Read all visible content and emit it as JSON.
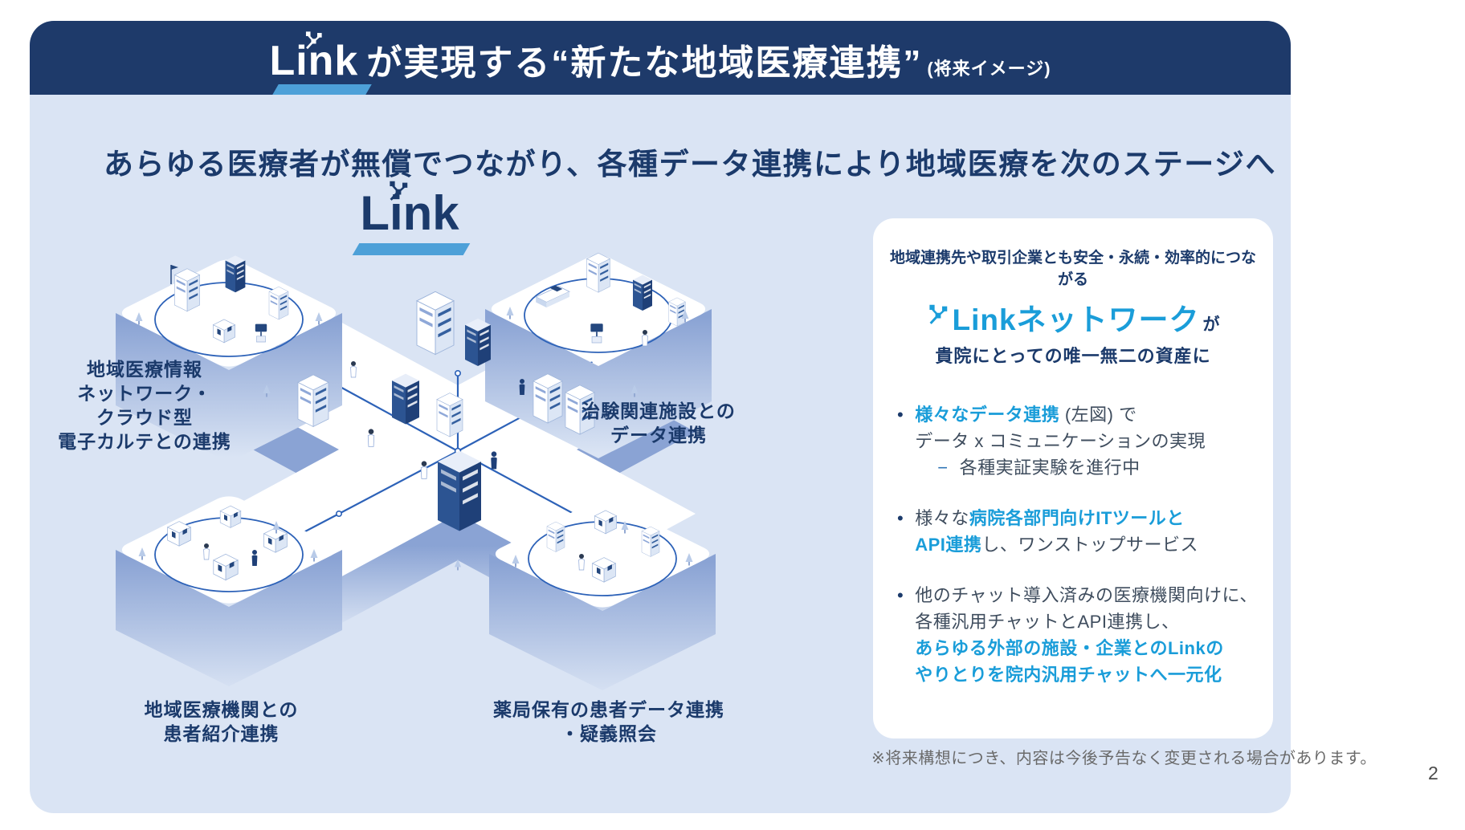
{
  "header": {
    "logo": "Link",
    "title": "が実現する“新たな地域医療連携”",
    "note": "(将来イメージ)"
  },
  "subtitle": "あらゆる医療者が無償でつながり、各種データ連携により地域医療を次のステージへ",
  "diagram": {
    "logo": "Link",
    "labels": {
      "left": "地域医療情報\nネットワーク・\nクラウド型\n電子カルテとの連携",
      "right": "治験関連施設との\nデータ連携",
      "bottom_left": "地域医療機関との\n患者紹介連携",
      "bottom_center": "薬局保有の患者データ連携\n・疑義照会"
    }
  },
  "card": {
    "intro": "地域連携先や取引企業とも安全・永続・効率的につながる",
    "network_name": "Linkネットワーク",
    "network_suffix": "が",
    "sub": "貴院にとっての唯一無二の資産に",
    "bullet_char": "•",
    "bullets": [
      {
        "l1_hl": "様々なデータ連携",
        "l1_rest": " (左図) で",
        "l2": "データ x コミュニケーションの実現",
        "sub_dash": "−",
        "sub_text": "各種実証実験を進行中"
      },
      {
        "l1_pre": "様々な",
        "l1_hl": "病院各部門向けITツールと",
        "l2_hl": "API連携",
        "l2_rest": "し、ワンストップサービス"
      },
      {
        "l1": "他のチャット導入済みの医療機関向けに、",
        "l2": "各種汎用チャットとAPI連携し、",
        "l3_hl": "あらゆる外部の施設・企業とのLinkの",
        "l4_hl": "やりとりを院内汎用チャットへ一元化"
      }
    ]
  },
  "footnote": "※将来構想につき、内容は今後予告なく変更される場合があります。",
  "page_number": "2",
  "icons": {
    "link_nodes": "link-nodes-icon"
  },
  "colors": {
    "header_bg": "#1e3a6a",
    "panel_bg": "#dae4f4",
    "accent_underline": "#4da0d8",
    "navy_text": "#1b3a6b",
    "highlight_blue": "#1a9dd9",
    "body_text": "#3f4d5e",
    "line_blue": "#2d62b8",
    "footnote_gray": "#6a6a6a"
  }
}
